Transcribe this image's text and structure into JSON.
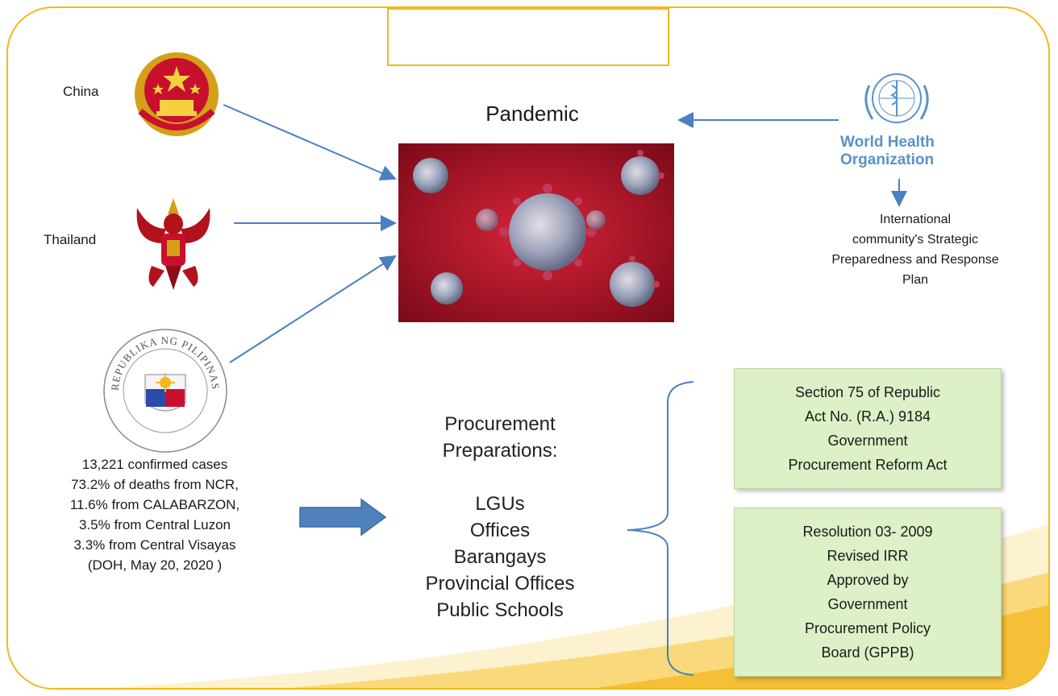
{
  "title_box": {
    "text": ""
  },
  "countries": {
    "china": "China",
    "thailand": "Thailand"
  },
  "philippines_seal_text": "REPUBLIKA NG PILIPINAS",
  "stats_lines": [
    "13,221 confirmed cases",
    "73.2% of deaths from NCR,",
    "11.6% from CALABARZON,",
    "3.5% from Central Luzon",
    "3.3%  from Central Visayas",
    "(DOH, May 20, 2020 )"
  ],
  "pandemic": {
    "label": "Pandemic"
  },
  "who": {
    "name_line1": "World Health",
    "name_line2": "Organization",
    "caption_lines": [
      "International",
      "community's Strategic",
      "Preparedness and Response",
      "Plan"
    ]
  },
  "procurement": {
    "heading_lines": [
      "Procurement",
      "Preparations:"
    ],
    "items": [
      "LGUs",
      "Offices",
      "Barangays",
      "Provincial Offices",
      "Public Schools"
    ]
  },
  "legal_boxes": [
    {
      "lines": [
        "Section 75 of Republic",
        "Act No. (R.A.) 9184",
        "Government",
        "Procurement Reform Act"
      ]
    },
    {
      "lines": [
        "Resolution 03- 2009",
        "Revised IRR",
        "Approved by",
        "Government",
        "Procurement Policy",
        "Board (GPPB)"
      ]
    }
  ],
  "colors": {
    "frame_border": "#f2b81c",
    "arrow_blue": "#4a7fc0",
    "box_green": "#ddf0c7",
    "who_blue": "#5a92c8",
    "virus_red": "#b3142a"
  },
  "icons": [
    "china-emblem-icon",
    "thailand-garuda-icon",
    "philippines-seal-icon",
    "virus-image",
    "who-logo-icon",
    "thick-right-arrow-icon",
    "curly-brace-icon"
  ]
}
